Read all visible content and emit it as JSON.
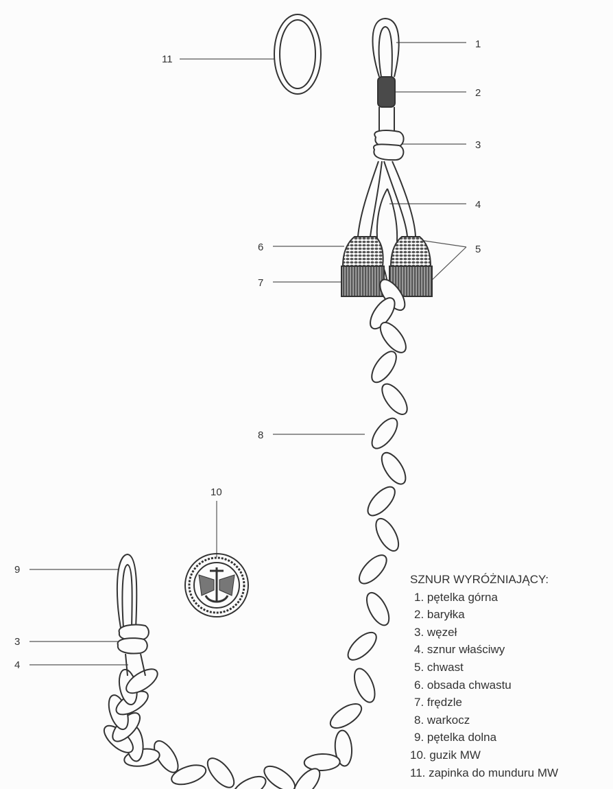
{
  "callouts": {
    "c1": "1",
    "c2": "2",
    "c3": "3",
    "c4": "4",
    "c5": "5",
    "c6": "6",
    "c7": "7",
    "c8": "8",
    "c9": "9",
    "c3b": "3",
    "c4b": "4",
    "c10": "10",
    "c11": "11"
  },
  "legend": {
    "title": "SZNUR WYRÓŻNIAJĄCY:",
    "items": [
      "1. pętelka górna",
      "2. baryłka",
      "3. węzeł",
      "4. sznur właściwy",
      "5. chwast",
      "6. obsada chwastu",
      "7. frędzle",
      "8. warkocz",
      "9. pętelka dolna",
      "10. guzik MW",
      "11. zapinka do munduru MW"
    ]
  },
  "colors": {
    "ink": "#333333",
    "dark": "#4a4a4a",
    "paper": "#fcfcfc"
  }
}
